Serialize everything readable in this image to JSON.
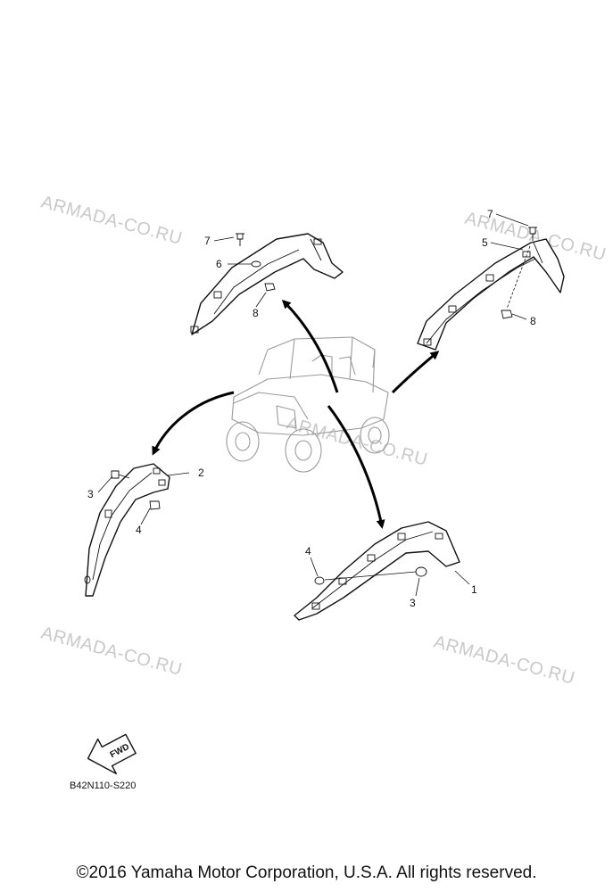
{
  "watermarks": [
    "ARMADA-CO.RU",
    "ARMADA-CO.RU",
    "ARMADA-CO.RU",
    "ARMADA-CO.RU",
    "ARMADA-CO.RU"
  ],
  "callouts": {
    "rear_left": [
      "7",
      "6",
      "8"
    ],
    "rear_right": [
      "7",
      "5",
      "8"
    ],
    "front_left": [
      "2",
      "3",
      "4"
    ],
    "front_right": [
      "4",
      "1",
      "3"
    ]
  },
  "fwd_label": "FWD",
  "diagram_code": "B42N110-S220",
  "copyright": "©2016 Yamaha Motor Corporation, U.S.A. All rights reserved."
}
